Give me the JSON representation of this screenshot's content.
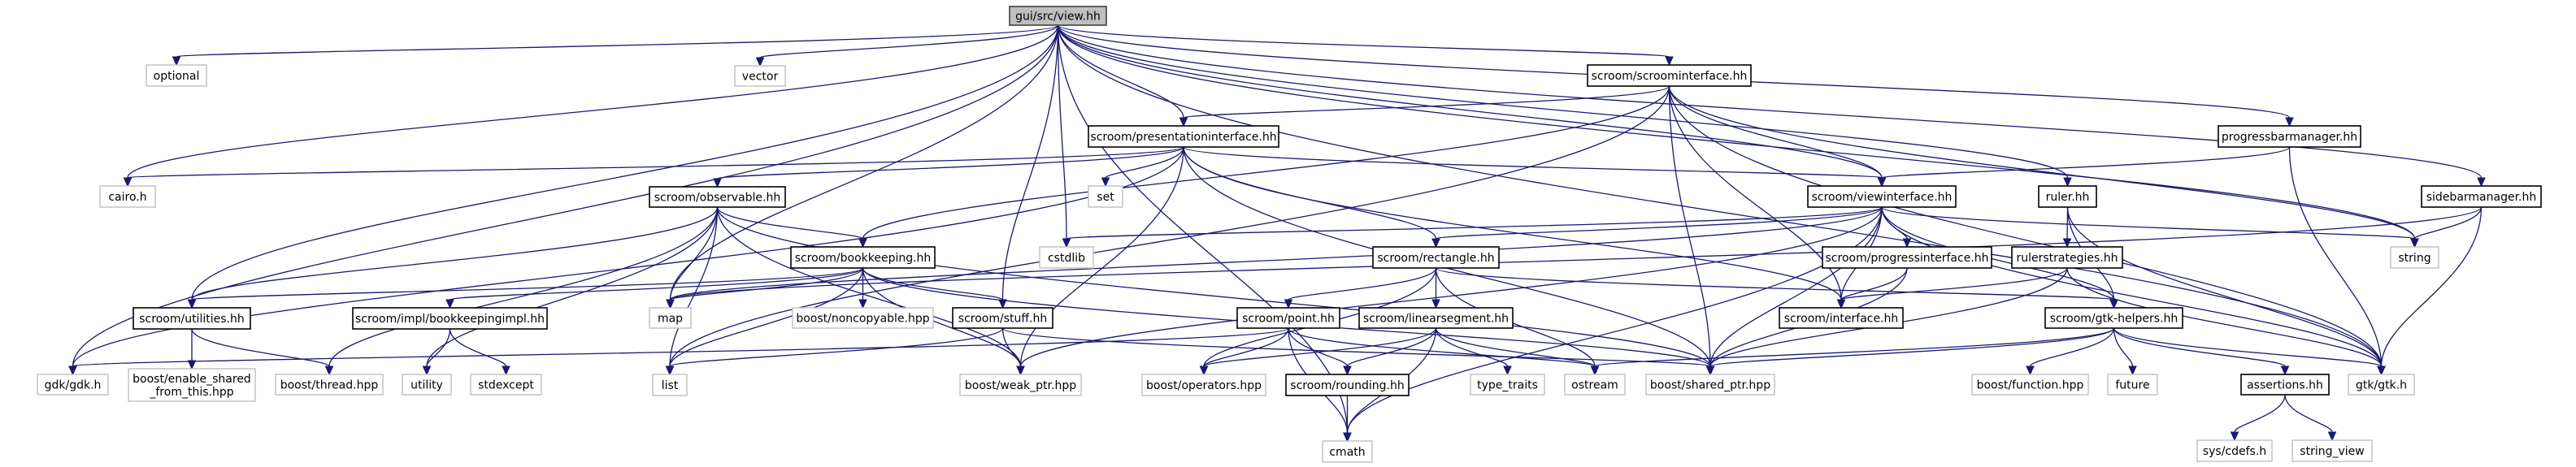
{
  "title": "Include dependency graph for gui/src/view.hh",
  "colors": {
    "edge": "#191970",
    "root_fill": "#bfbfbf",
    "project_border": "#000000",
    "external_border": "#bfbfbf"
  },
  "root": "gui/src/view.hh",
  "nodes": [
    {
      "id": "view",
      "label": "gui/src/view.hh",
      "kind": "root"
    },
    {
      "id": "optional",
      "label": "optional",
      "kind": "external"
    },
    {
      "id": "vector",
      "label": "vector",
      "kind": "external"
    },
    {
      "id": "scroominterface",
      "label": "scroom/scroominterface.hh",
      "kind": "project"
    },
    {
      "id": "presentationinterface",
      "label": "scroom/presentationinterface.hh",
      "kind": "project"
    },
    {
      "id": "progressbarmanager",
      "label": "progressbarmanager.hh",
      "kind": "project"
    },
    {
      "id": "cairo",
      "label": "cairo.h",
      "kind": "external"
    },
    {
      "id": "observable",
      "label": "scroom/observable.hh",
      "kind": "project"
    },
    {
      "id": "set",
      "label": "set",
      "kind": "external"
    },
    {
      "id": "viewinterface",
      "label": "scroom/viewinterface.hh",
      "kind": "project"
    },
    {
      "id": "ruler",
      "label": "ruler.hh",
      "kind": "project"
    },
    {
      "id": "sidebarmanager",
      "label": "sidebarmanager.hh",
      "kind": "project"
    },
    {
      "id": "bookkeeping",
      "label": "scroom/bookkeeping.hh",
      "kind": "project"
    },
    {
      "id": "cstdlib",
      "label": "cstdlib",
      "kind": "external"
    },
    {
      "id": "rectangle",
      "label": "scroom/rectangle.hh",
      "kind": "project"
    },
    {
      "id": "progressinterface",
      "label": "scroom/progressinterface.hh",
      "kind": "project"
    },
    {
      "id": "rulerstrategies",
      "label": "rulerstrategies.hh",
      "kind": "project"
    },
    {
      "id": "string",
      "label": "string",
      "kind": "external"
    },
    {
      "id": "utilities",
      "label": "scroom/utilities.hh",
      "kind": "project"
    },
    {
      "id": "bookkeepingimpl",
      "label": "scroom/impl/bookkeepingimpl.hh",
      "kind": "project"
    },
    {
      "id": "map",
      "label": "map",
      "kind": "external"
    },
    {
      "id": "noncopyable",
      "label": "boost/noncopyable.hpp",
      "kind": "external"
    },
    {
      "id": "stuff",
      "label": "scroom/stuff.hh",
      "kind": "project"
    },
    {
      "id": "point",
      "label": "scroom/point.hh",
      "kind": "project"
    },
    {
      "id": "linearsegment",
      "label": "scroom/linearsegment.hh",
      "kind": "project"
    },
    {
      "id": "interface",
      "label": "scroom/interface.hh",
      "kind": "project"
    },
    {
      "id": "gtkhelpers",
      "label": "scroom/gtk-helpers.hh",
      "kind": "project"
    },
    {
      "id": "gdk",
      "label": "gdk/gdk.h",
      "kind": "external"
    },
    {
      "id": "enableshared",
      "label": "boost/enable_shared\n_from_this.hpp",
      "kind": "external"
    },
    {
      "id": "thread",
      "label": "boost/thread.hpp",
      "kind": "external"
    },
    {
      "id": "utility",
      "label": "utility",
      "kind": "external"
    },
    {
      "id": "stdexcept",
      "label": "stdexcept",
      "kind": "external"
    },
    {
      "id": "list",
      "label": "list",
      "kind": "external"
    },
    {
      "id": "weakptr",
      "label": "boost/weak_ptr.hpp",
      "kind": "external"
    },
    {
      "id": "operators",
      "label": "boost/operators.hpp",
      "kind": "external"
    },
    {
      "id": "rounding",
      "label": "scroom/rounding.hh",
      "kind": "project"
    },
    {
      "id": "typetraits",
      "label": "type_traits",
      "kind": "external"
    },
    {
      "id": "ostream",
      "label": "ostream",
      "kind": "external"
    },
    {
      "id": "sharedptr",
      "label": "boost/shared_ptr.hpp",
      "kind": "external"
    },
    {
      "id": "function",
      "label": "boost/function.hpp",
      "kind": "external"
    },
    {
      "id": "future",
      "label": "future",
      "kind": "external"
    },
    {
      "id": "assertions",
      "label": "assertions.hh",
      "kind": "project"
    },
    {
      "id": "gtk",
      "label": "gtk/gtk.h",
      "kind": "external"
    },
    {
      "id": "cmath",
      "label": "cmath",
      "kind": "external"
    },
    {
      "id": "cdefs",
      "label": "sys/cdefs.h",
      "kind": "external"
    },
    {
      "id": "stringview",
      "label": "string_view",
      "kind": "external"
    }
  ],
  "edges": [
    [
      "view",
      "optional"
    ],
    [
      "view",
      "cairo"
    ],
    [
      "view",
      "gdk"
    ],
    [
      "view",
      "cmath"
    ],
    [
      "view",
      "utilities"
    ],
    [
      "view",
      "vector"
    ],
    [
      "view",
      "map"
    ],
    [
      "view",
      "presentationinterface"
    ],
    [
      "view",
      "stuff"
    ],
    [
      "view",
      "cstdlib"
    ],
    [
      "view",
      "scroominterface"
    ],
    [
      "view",
      "viewinterface"
    ],
    [
      "view",
      "ruler"
    ],
    [
      "view",
      "progressbarmanager"
    ],
    [
      "view",
      "string"
    ],
    [
      "view",
      "sidebarmanager"
    ],
    [
      "view",
      "gtk"
    ],
    [
      "scroominterface",
      "presentationinterface"
    ],
    [
      "scroominterface",
      "bookkeeping"
    ],
    [
      "scroominterface",
      "list"
    ],
    [
      "scroominterface",
      "viewinterface"
    ],
    [
      "scroominterface",
      "interface"
    ],
    [
      "scroominterface",
      "sharedptr"
    ],
    [
      "scroominterface",
      "string"
    ],
    [
      "scroominterface",
      "gtk"
    ],
    [
      "presentationinterface",
      "set"
    ],
    [
      "presentationinterface",
      "observable"
    ],
    [
      "presentationinterface",
      "cairo"
    ],
    [
      "presentationinterface",
      "gdk"
    ],
    [
      "presentationinterface",
      "viewinterface"
    ],
    [
      "presentationinterface",
      "rectangle"
    ],
    [
      "presentationinterface",
      "weakptr"
    ],
    [
      "presentationinterface",
      "sharedptr"
    ],
    [
      "presentationinterface",
      "interface"
    ],
    [
      "progressbarmanager",
      "viewinterface"
    ],
    [
      "progressbarmanager",
      "gtk"
    ],
    [
      "observable",
      "bookkeeping"
    ],
    [
      "observable",
      "utilities"
    ],
    [
      "observable",
      "map"
    ],
    [
      "observable",
      "list"
    ],
    [
      "observable",
      "thread"
    ],
    [
      "observable",
      "utility"
    ],
    [
      "observable",
      "weakptr"
    ],
    [
      "observable",
      "sharedptr"
    ],
    [
      "viewinterface",
      "progressinterface"
    ],
    [
      "viewinterface",
      "interface"
    ],
    [
      "viewinterface",
      "rectangle"
    ],
    [
      "viewinterface",
      "cstdlib"
    ],
    [
      "viewinterface",
      "map"
    ],
    [
      "viewinterface",
      "sharedptr"
    ],
    [
      "viewinterface",
      "string"
    ],
    [
      "viewinterface",
      "gtk"
    ],
    [
      "viewinterface",
      "gtkhelpers"
    ],
    [
      "viewinterface",
      "cmath"
    ],
    [
      "viewinterface",
      "weakptr"
    ],
    [
      "ruler",
      "rulerstrategies"
    ],
    [
      "ruler",
      "gtkhelpers"
    ],
    [
      "ruler",
      "gtk"
    ],
    [
      "sidebarmanager",
      "string"
    ],
    [
      "sidebarmanager",
      "gtk"
    ],
    [
      "sidebarmanager",
      "map"
    ],
    [
      "bookkeeping",
      "map"
    ],
    [
      "bookkeeping",
      "noncopyable"
    ],
    [
      "bookkeeping",
      "stuff"
    ],
    [
      "bookkeeping",
      "utilities"
    ],
    [
      "bookkeeping",
      "bookkeepingimpl"
    ],
    [
      "bookkeeping",
      "list"
    ],
    [
      "bookkeeping",
      "weakptr"
    ],
    [
      "bookkeeping",
      "sharedptr"
    ],
    [
      "rectangle",
      "point"
    ],
    [
      "rectangle",
      "linearsegment"
    ],
    [
      "rectangle",
      "ostream"
    ],
    [
      "rectangle",
      "operators"
    ],
    [
      "rectangle",
      "gtkhelpers"
    ],
    [
      "progressinterface",
      "interface"
    ],
    [
      "progressinterface",
      "sharedptr"
    ],
    [
      "rulerstrategies",
      "interface"
    ],
    [
      "rulerstrategies",
      "sharedptr"
    ],
    [
      "rulerstrategies",
      "gtk"
    ],
    [
      "utilities",
      "enableshared"
    ],
    [
      "utilities",
      "thread"
    ],
    [
      "bookkeepingimpl",
      "utility"
    ],
    [
      "bookkeepingimpl",
      "stdexcept"
    ],
    [
      "stuff",
      "list"
    ],
    [
      "stuff",
      "weakptr"
    ],
    [
      "stuff",
      "sharedptr"
    ],
    [
      "point",
      "operators"
    ],
    [
      "point",
      "rounding"
    ],
    [
      "point",
      "cmath"
    ],
    [
      "point",
      "ostream"
    ],
    [
      "point",
      "gdk"
    ],
    [
      "linearsegment",
      "operators"
    ],
    [
      "linearsegment",
      "rounding"
    ],
    [
      "linearsegment",
      "cmath"
    ],
    [
      "linearsegment",
      "typetraits"
    ],
    [
      "linearsegment",
      "ostream"
    ],
    [
      "gtkhelpers",
      "function"
    ],
    [
      "gtkhelpers",
      "future"
    ],
    [
      "gtkhelpers",
      "assertions"
    ],
    [
      "gtkhelpers",
      "gtk"
    ],
    [
      "gtkhelpers",
      "ostream"
    ],
    [
      "gtkhelpers",
      "sharedptr"
    ],
    [
      "rounding",
      "cmath"
    ],
    [
      "assertions",
      "cdefs"
    ],
    [
      "assertions",
      "stringview"
    ]
  ]
}
